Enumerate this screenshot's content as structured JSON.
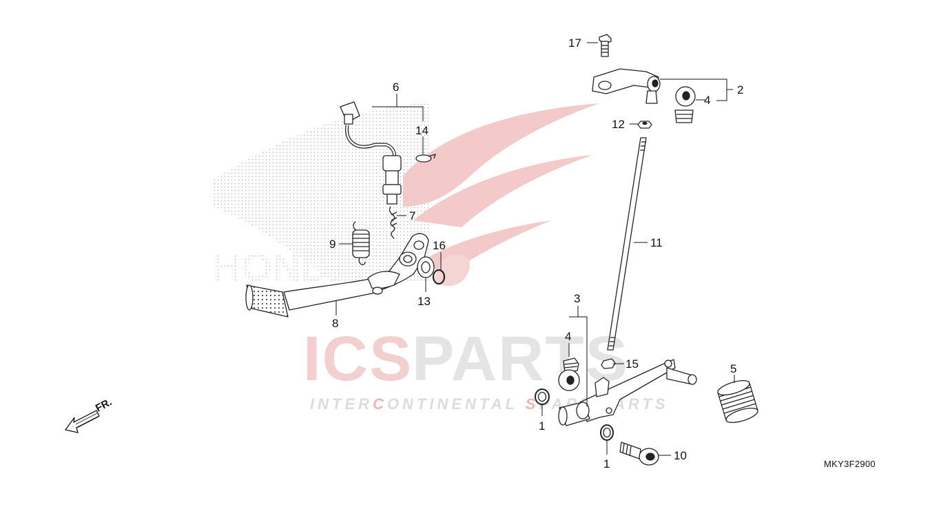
{
  "diagram_code": "MKY3F2900",
  "direction_marker": "FR.",
  "watermark": {
    "brand_red": "ICS",
    "brand_grey": "PARTS",
    "tagline_parts": [
      "INTER",
      "C",
      "ONTINENTAL ",
      "S",
      "PARE PARTS"
    ],
    "logo_text": "HONDA"
  },
  "colors": {
    "line": "#222222",
    "callout": "#111111",
    "watermark_red": "#e8a0a0",
    "watermark_grey": "#d9d9d9"
  },
  "callouts": {
    "c1a": "1",
    "c1b": "1",
    "c2": "2",
    "c3": "3",
    "c4a": "4",
    "c4b": "4",
    "c5": "5",
    "c6": "6",
    "c7": "7",
    "c8": "8",
    "c9": "9",
    "c10": "10",
    "c11": "11",
    "c12": "12",
    "c13": "13",
    "c14": "14",
    "c15": "15",
    "c16": "16",
    "c17": "17"
  }
}
